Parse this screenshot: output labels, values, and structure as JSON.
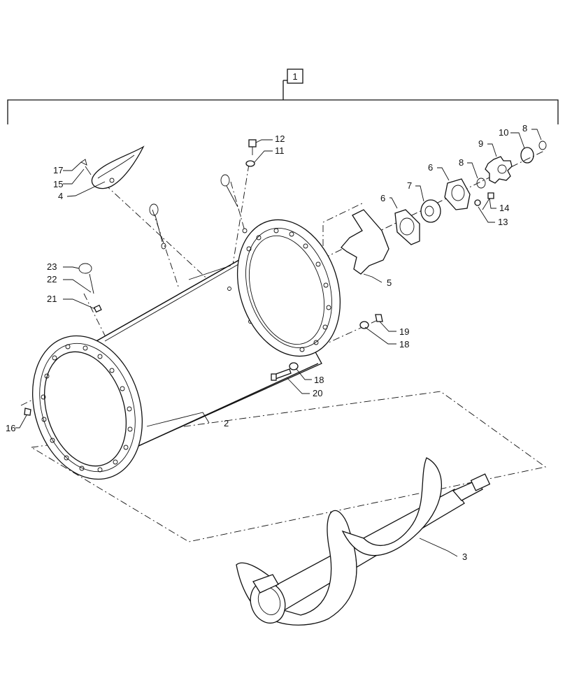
{
  "assembly_label": "1",
  "callouts": {
    "c2": "2",
    "c3": "3",
    "c4": "4",
    "c5": "5",
    "c6a": "6",
    "c6b": "6",
    "c7": "7",
    "c8a": "8",
    "c8b": "8",
    "c9": "9",
    "c10": "10",
    "c11": "11",
    "c12": "12",
    "c13": "13",
    "c14": "14",
    "c15": "15",
    "c16": "16",
    "c17": "17",
    "c18a": "18",
    "c18b": "18",
    "c19": "19",
    "c20": "20",
    "c21": "21",
    "c22": "22",
    "c23": "23"
  }
}
